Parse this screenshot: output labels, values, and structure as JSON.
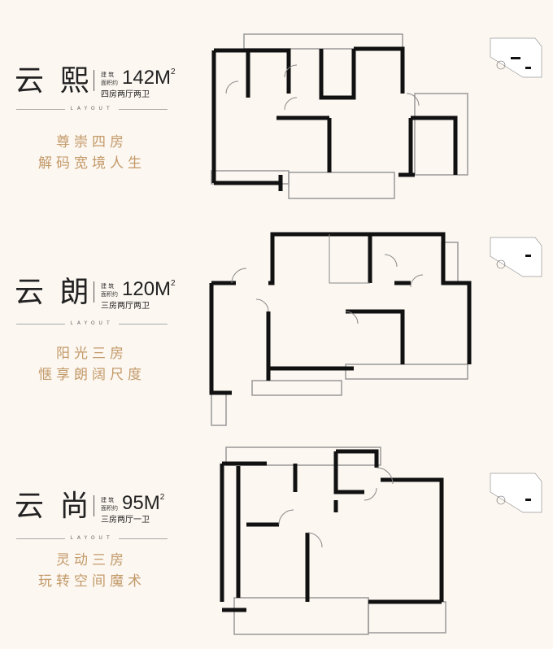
{
  "units": [
    {
      "name": "云 熙",
      "area_label": "建 筑\n面积约",
      "area": "142",
      "unit": "M",
      "sup": "2",
      "rooms": "四房两厅两卫",
      "layout": "LAYOUT",
      "slogan": [
        "尊崇四房",
        "解码宽境人生"
      ]
    },
    {
      "name": "云 朗",
      "area_label": "建 筑\n面积约",
      "area": "120",
      "unit": "M",
      "sup": "2",
      "rooms": "三房两厅两卫",
      "layout": "LAYOUT",
      "slogan": [
        "阳光三房",
        "惬享朗阔尺度"
      ]
    },
    {
      "name": "云 尚",
      "area_label": "建 筑\n面积约",
      "area": "95",
      "unit": "M",
      "sup": "2",
      "rooms": "三房两厅一卫",
      "layout": "LAYOUT",
      "slogan": [
        "灵动三房",
        "玩转空间魔术"
      ]
    }
  ],
  "colors": {
    "background": "#fcf7f1",
    "gold": "#c39a69",
    "wall": "#111111"
  }
}
